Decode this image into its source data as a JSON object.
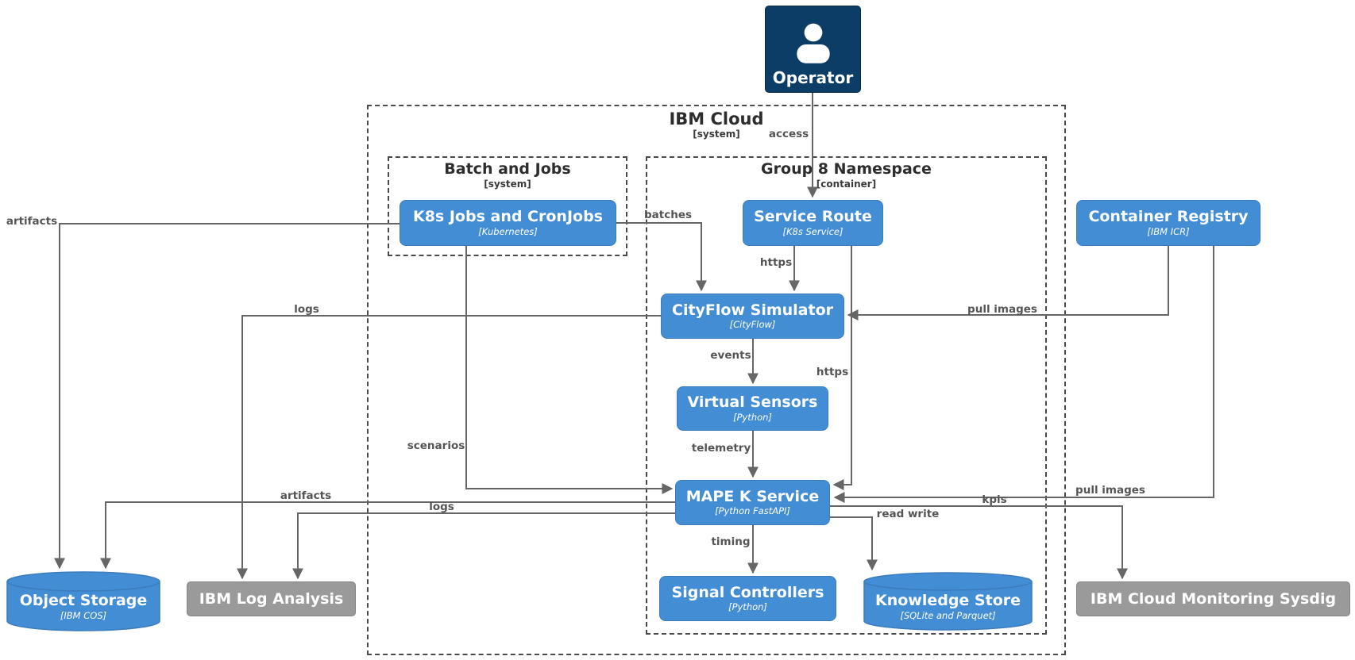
{
  "person": {
    "title": "Operator"
  },
  "boundaries": {
    "ibm_cloud": {
      "title": "IBM Cloud",
      "subtitle": "[system]"
    },
    "batch": {
      "title": "Batch and Jobs",
      "subtitle": "[system]"
    },
    "group8": {
      "title": "Group 8 Namespace",
      "subtitle": "[container]"
    }
  },
  "nodes": {
    "k8s_jobs": {
      "title": "K8s Jobs and CronJobs",
      "subtitle": "[Kubernetes]"
    },
    "service_route": {
      "title": "Service Route",
      "subtitle": "[K8s Service]"
    },
    "container_registry": {
      "title": "Container Registry",
      "subtitle": "[IBM ICR]"
    },
    "cityflow": {
      "title": "CityFlow Simulator",
      "subtitle": "[CityFlow]"
    },
    "virtual_sensors": {
      "title": "Virtual Sensors",
      "subtitle": "[Python]"
    },
    "mape_k": {
      "title": "MAPE K Service",
      "subtitle": "[Python FastAPI]"
    },
    "signal_controllers": {
      "title": "Signal Controllers",
      "subtitle": "[Python]"
    },
    "knowledge_store": {
      "title": "Knowledge Store",
      "subtitle": "[SQLite and Parquet]"
    },
    "object_storage": {
      "title": "Object Storage",
      "subtitle": "[IBM COS]"
    },
    "log_analysis": {
      "title": "IBM Log Analysis"
    },
    "sysdig": {
      "title": "IBM Cloud Monitoring Sysdig"
    }
  },
  "edges": {
    "access": {
      "label": "access"
    },
    "batches": {
      "label": "batches"
    },
    "https_route_cityflow": {
      "label": "https"
    },
    "https_route_mapek": {
      "label": "https"
    },
    "pull_images_cityflow": {
      "label": "pull images"
    },
    "pull_images_mapek": {
      "label": "pull images"
    },
    "events": {
      "label": "events"
    },
    "telemetry": {
      "label": "telemetry"
    },
    "scenarios": {
      "label": "scenarios"
    },
    "artifacts_k8s": {
      "label": "artifacts"
    },
    "artifacts_mapek": {
      "label": "artifacts"
    },
    "logs_cityflow": {
      "label": "logs"
    },
    "logs_mapek": {
      "label": "logs"
    },
    "kpis": {
      "label": "kpis"
    },
    "read_write": {
      "label": "read write"
    },
    "timing": {
      "label": "timing"
    }
  },
  "colors": {
    "node_blue": "#438dd5",
    "node_blue_border": "#3b7cbd",
    "node_gray": "#9a9a9a",
    "person_navy": "#0b3d66",
    "edge_gray": "#666666",
    "boundary_dash": "#4a4a4a",
    "edge_label_text": "#555555"
  }
}
